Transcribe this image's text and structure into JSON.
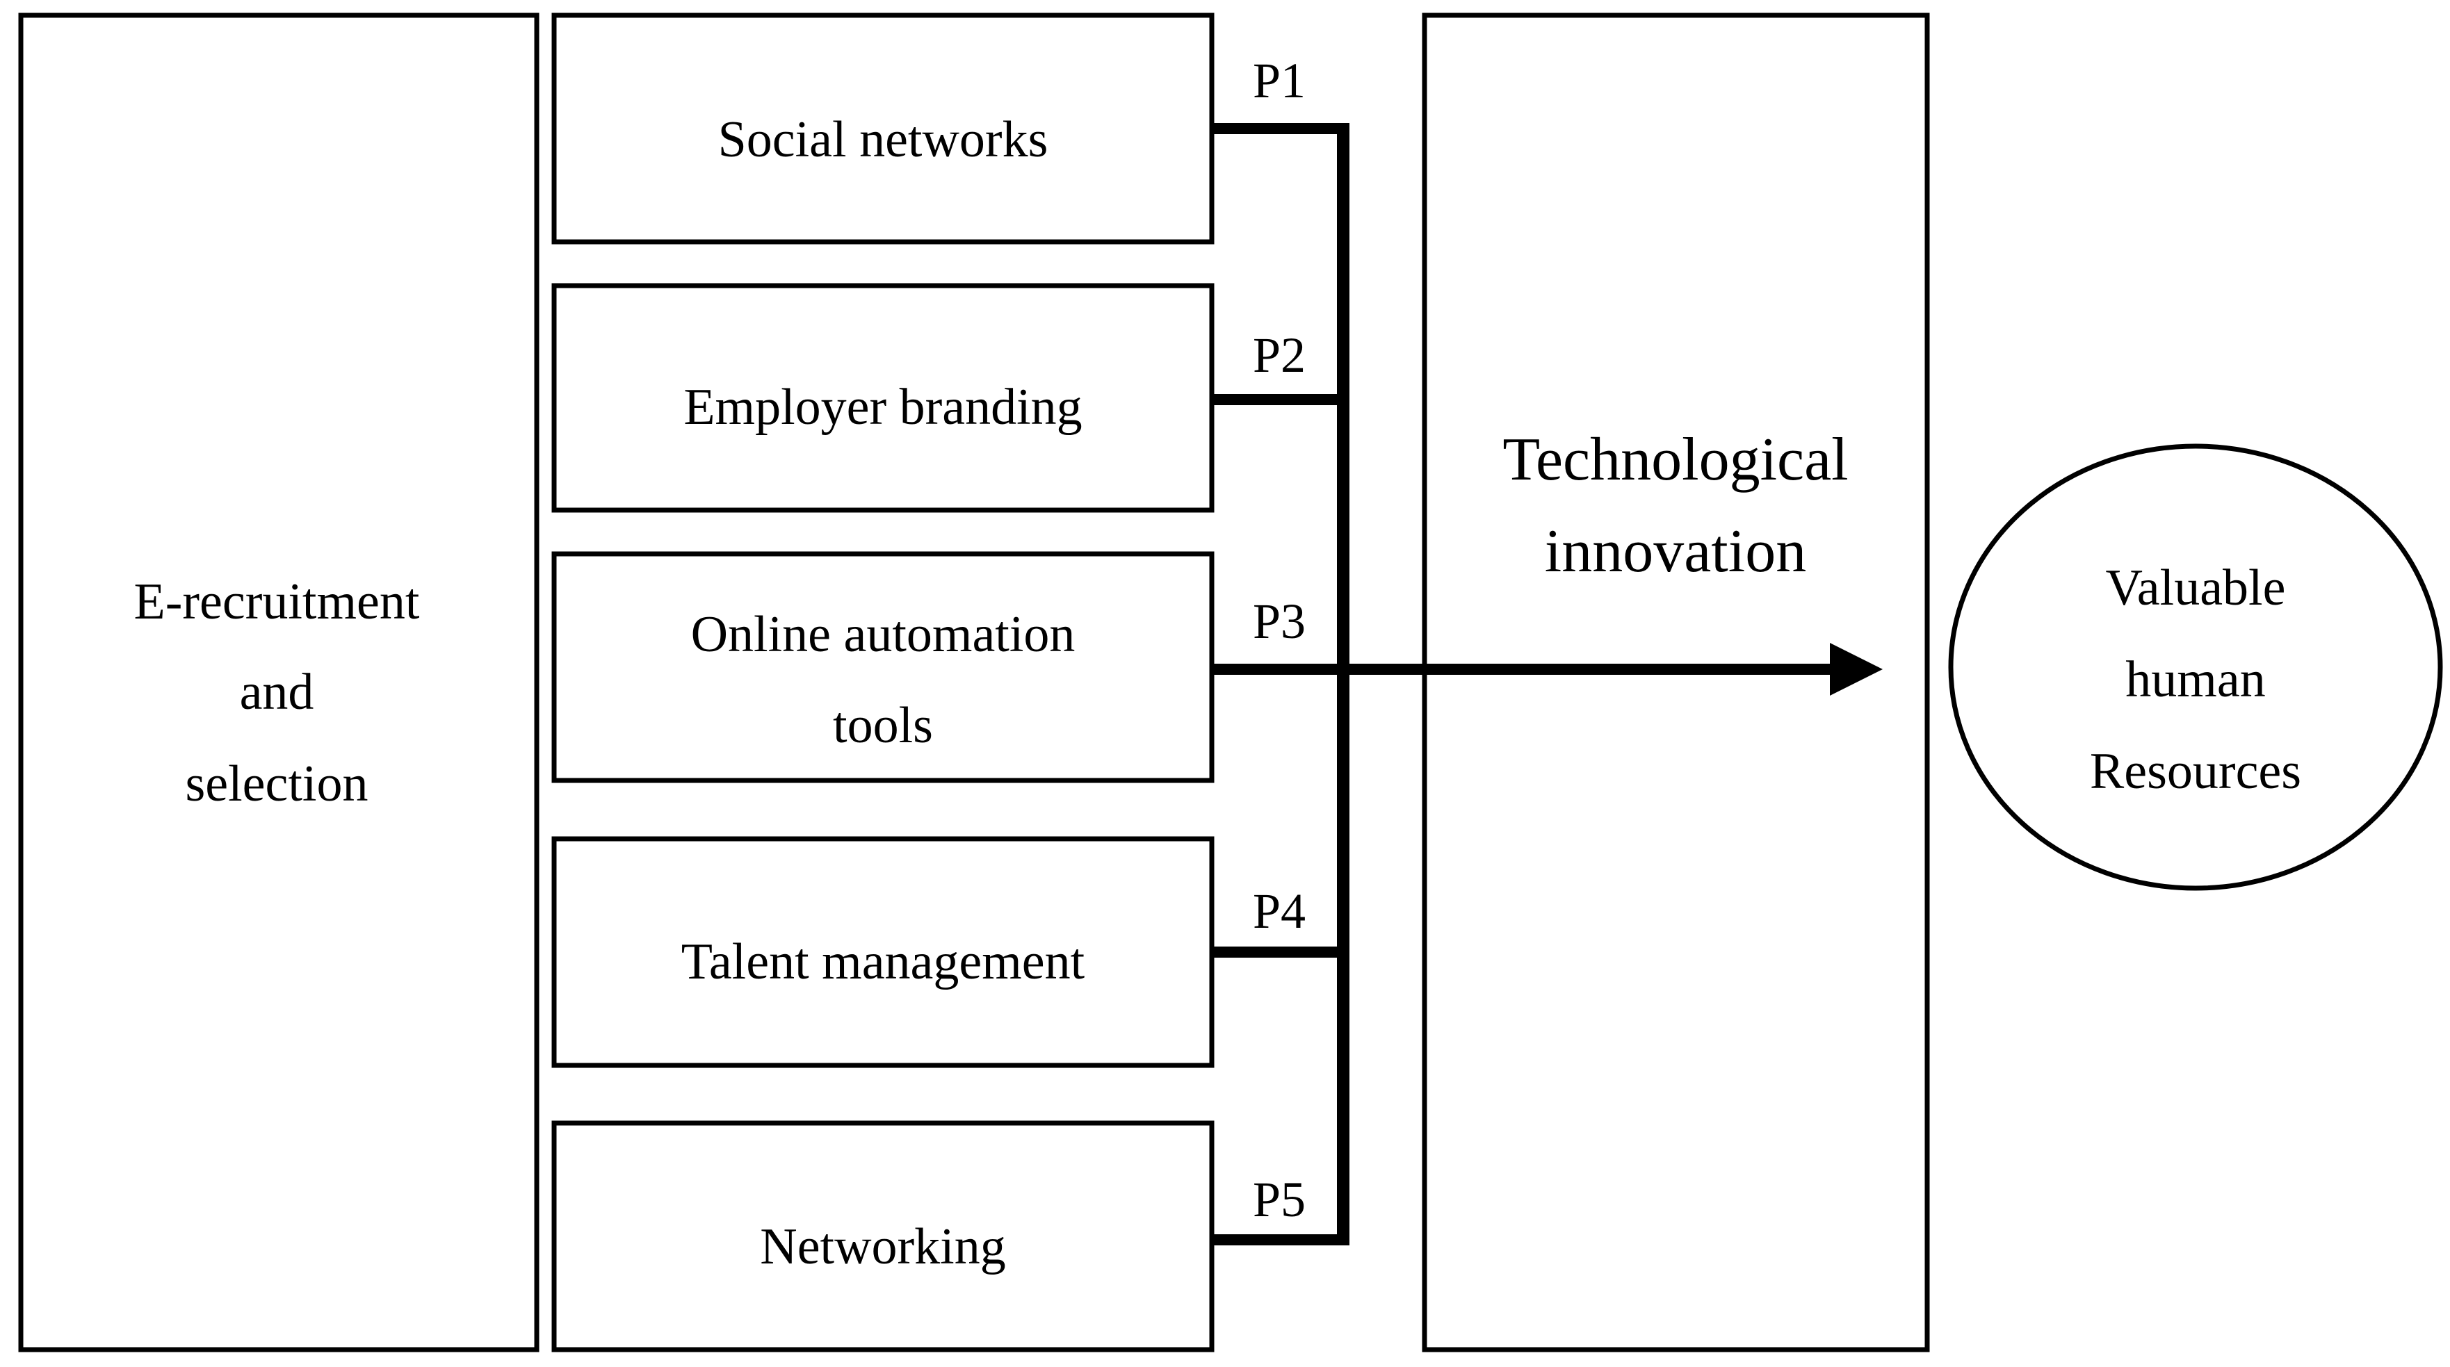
{
  "diagram": {
    "left_box": {
      "lines": [
        "E-recruitment",
        "and",
        "selection"
      ]
    },
    "factors": [
      {
        "lines": [
          "Social networks"
        ],
        "path_label": "P1"
      },
      {
        "lines": [
          "Employer branding"
        ],
        "path_label": "P2"
      },
      {
        "lines": [
          "Online automation",
          "tools"
        ],
        "path_label": "P3"
      },
      {
        "lines": [
          "Talent management"
        ],
        "path_label": "P4"
      },
      {
        "lines": [
          "Networking"
        ],
        "path_label": "P5"
      }
    ],
    "center_box": {
      "lines": [
        "Technological",
        "innovation"
      ]
    },
    "outcome_circle": {
      "lines": [
        "Valuable",
        "human",
        "Resources"
      ]
    },
    "colors": {
      "stroke": "#000000",
      "background": "#ffffff"
    }
  }
}
